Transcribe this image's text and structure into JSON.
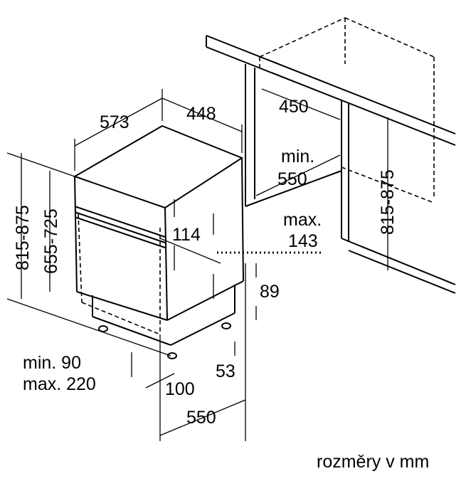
{
  "labels": {
    "depth_573": "573",
    "width_448": "448",
    "niche_depth_450": "450",
    "min_label": "min.",
    "niche_width_550": "550",
    "max_label": "max.",
    "max_143": "143",
    "panel_114": "114",
    "height_left_outer": "815-875",
    "height_left_inner": "655-725",
    "niche_height": "815-875",
    "plinth_89": "89",
    "plinth_53": "53",
    "leg_min": "min. 90",
    "leg_max": "max. 220",
    "leg_100": "100",
    "bottom_550": "550",
    "units_note": "rozměry v mm"
  }
}
